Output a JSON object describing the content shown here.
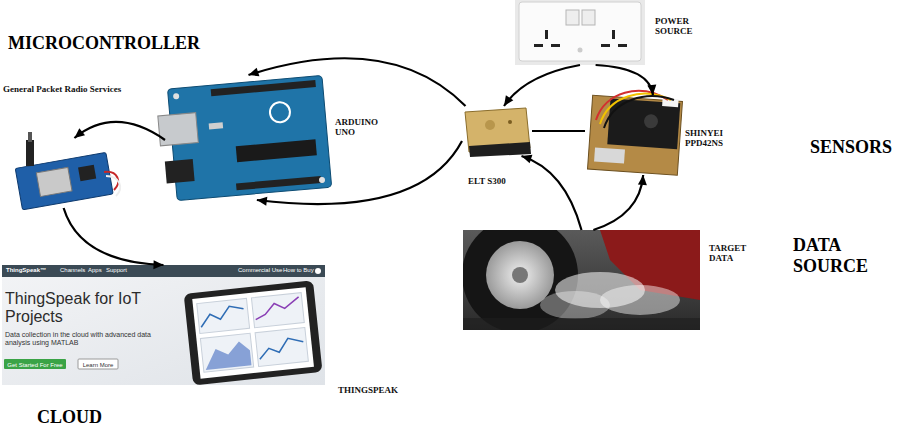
{
  "diagram": {
    "nodes": [
      {
        "text": [
          "POWER SOURCE"
        ]
      },
      {
        "text": [
          "ARDUINO UNO"
        ]
      },
      {
        "text": [
          "General Packet Radio Services"
        ]
      },
      {
        "text": [
          "ELT S300"
        ]
      },
      {
        "text": [
          "SHINYEI PPD42NS"
        ]
      },
      {
        "text": [
          "TARGET DATA"
        ]
      },
      {
        "text": [
          "THINGSPEAK"
        ]
      }
    ],
    "edges": [
      {
        "from": 0,
        "to": 3,
        "arrow": "to"
      },
      {
        "from": 0,
        "to": 4,
        "arrow": "to"
      },
      {
        "from": 3,
        "to": 4,
        "arrow": "none"
      },
      {
        "from": 3,
        "to": 1,
        "arrow": "to"
      },
      {
        "from": 3,
        "to": 1,
        "arrow": "to"
      },
      {
        "from": 1,
        "to": 2,
        "arrow": "to"
      },
      {
        "from": 2,
        "to": 6,
        "arrow": "to"
      },
      {
        "from": 5,
        "to": 3,
        "arrow": "to"
      },
      {
        "from": 5,
        "to": 4,
        "arrow": "to"
      }
    ],
    "labels": [
      "MICROCONTROLLER",
      "SENSORS",
      "DATA SOURCE",
      "CLOUD",
      "ThingSpeak™",
      "Channels",
      "Apps",
      "Support",
      "Commercial Use",
      "How to Buy",
      "ThingSpeak for IoT Projects",
      "Data collection in the cloud with advanced data analysis using MATLAB",
      "Get Started For Free",
      "Learn More"
    ]
  }
}
